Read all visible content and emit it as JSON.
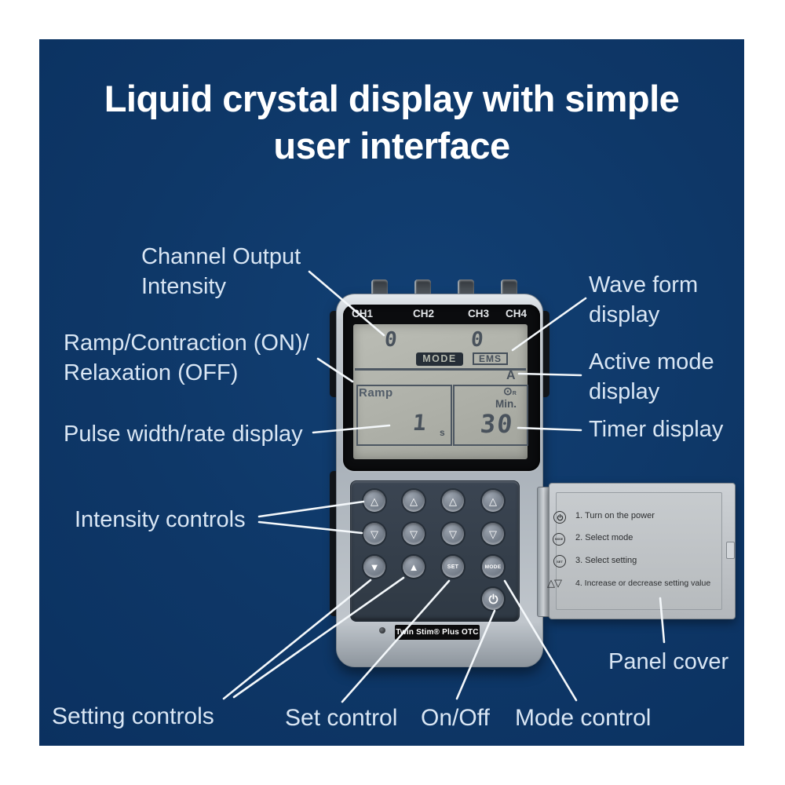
{
  "title": {
    "line1": "Liquid crystal display with simple",
    "line2": "user interface"
  },
  "labels": {
    "channel_output_line1": "Channel Output",
    "channel_output_line2": "Intensity",
    "ramp_line1": "Ramp/Contraction (ON)/",
    "ramp_line2": "Relaxation (OFF)",
    "pulse": "Pulse width/rate display",
    "waveform_line1": "Wave form",
    "waveform_line2": "display",
    "active_line1": "Active mode",
    "active_line2": "display",
    "timer": "Timer display",
    "intensity": "Intensity controls",
    "setting": "Setting controls",
    "set_control": "Set control",
    "on_off": "On/Off",
    "mode_control": "Mode control",
    "panel_cover": "Panel cover"
  },
  "device": {
    "channels": [
      "CH1",
      "CH2",
      "CH3",
      "CH4"
    ],
    "lcd": {
      "ch1_intensity": "0",
      "ch3_intensity": "0",
      "mode_badge": "MODE",
      "ems_badge": "EMS",
      "active_mode": "A",
      "ramp": "Ramp",
      "pulse_value": "1",
      "pulse_unit": "s",
      "timer_icon": "⊙",
      "timer_icon_sub": "R",
      "timer_unit": "Min.",
      "timer_value": "30"
    },
    "buttons": {
      "up_outline": "△",
      "down_outline": "▽",
      "down_solid": "▼",
      "up_solid": "▲",
      "set": "SET",
      "mode": "MODE"
    },
    "brand": "Twin Stim® Plus OTC",
    "cover": {
      "instructions": [
        {
          "icon": "power-icon",
          "text": "1. Turn on the power"
        },
        {
          "icon": "mode-icon",
          "label": "MODE",
          "text": "2. Select mode"
        },
        {
          "icon": "set-icon",
          "label": "SET",
          "text": "3. Select setting"
        },
        {
          "icon": "arrows-icon",
          "glyphs": "△▽",
          "text": "4. Increase or decrease setting  value"
        }
      ]
    }
  },
  "colors": {
    "background_navy": "#0e3766",
    "label_text": "#d9e6f4",
    "leader_line": "#f4f8fb",
    "lcd_segment": "#49525c"
  }
}
